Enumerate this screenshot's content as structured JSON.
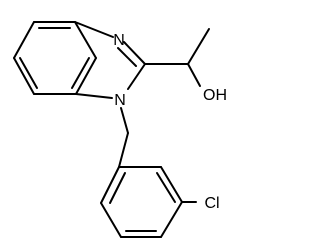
{
  "molecule": {
    "atoms": {
      "imidazole_nitrogen": "N",
      "substituted_nitrogen": "N",
      "hydroxyl": "OH",
      "chlorine": "Cl"
    }
  },
  "colors": {
    "bond": "#000000",
    "label": "#000000",
    "background": "#ffffff"
  }
}
